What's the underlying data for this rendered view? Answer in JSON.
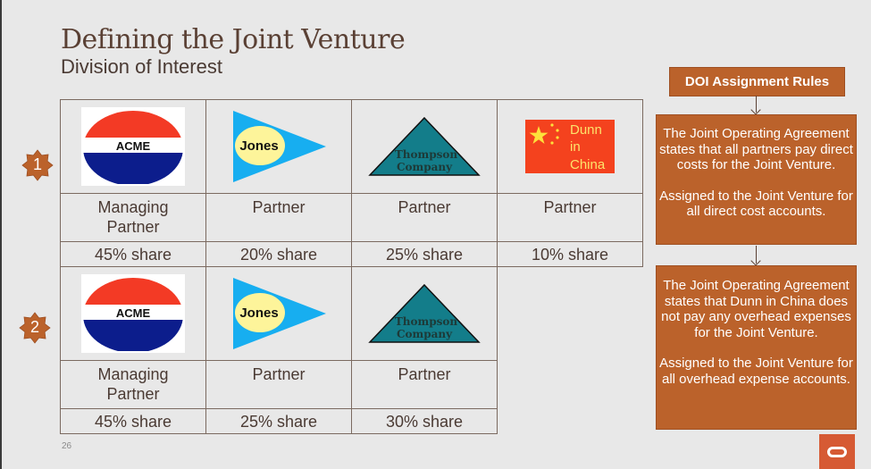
{
  "slide": {
    "title": "Defining the Joint Venture",
    "subtitle": "Division of Interest",
    "page_number": "26"
  },
  "colors": {
    "accent_orange": "#bb622b",
    "oracle_red": "#d65a34",
    "title_brown": "#5a4034",
    "table_border": "#7b6a60"
  },
  "badges": [
    {
      "label": "1",
      "icon": "starburst-badge-icon"
    },
    {
      "label": "2",
      "icon": "starburst-badge-icon"
    }
  ],
  "scenario1": {
    "partners": [
      {
        "logo": "ACME",
        "logo_icon": "acme-logo",
        "role": "Managing Partner",
        "share": "45% share"
      },
      {
        "logo": "Jones",
        "logo_icon": "jones-pennant-logo",
        "role": "Partner",
        "share": "20% share"
      },
      {
        "logo_line1": "Thompson",
        "logo_line2": "Company",
        "logo_icon": "thompson-triangle-logo",
        "role": "Partner",
        "share": "25% share"
      },
      {
        "logo_line1": "Dunn",
        "logo_line2": "in",
        "logo_line3": "China",
        "logo_icon": "china-flag-logo",
        "role": "Partner",
        "share": "10% share"
      }
    ]
  },
  "scenario2": {
    "partners": [
      {
        "logo": "ACME",
        "logo_icon": "acme-logo",
        "role": "Managing Partner",
        "share": "45% share"
      },
      {
        "logo": "Jones",
        "logo_icon": "jones-pennant-logo",
        "role": "Partner",
        "share": "25% share"
      },
      {
        "logo_line1": "Thompson",
        "logo_line2": "Company",
        "logo_icon": "thompson-triangle-logo",
        "role": "Partner",
        "share": "30% share"
      }
    ]
  },
  "rules": {
    "title": "DOI Assignment Rules",
    "items": [
      {
        "statement": "The Joint Operating Agreement states that all partners pay direct costs for the Joint Venture.",
        "assignment": "Assigned to the Joint Venture for all direct cost accounts."
      },
      {
        "statement": "The Joint Operating Agreement states that Dunn in China does not pay any overhead expenses for the Joint Venture.",
        "assignment": "Assigned to the Joint Venture for all overhead expense accounts."
      }
    ]
  },
  "footer": {
    "logo": "oracle-logo"
  }
}
